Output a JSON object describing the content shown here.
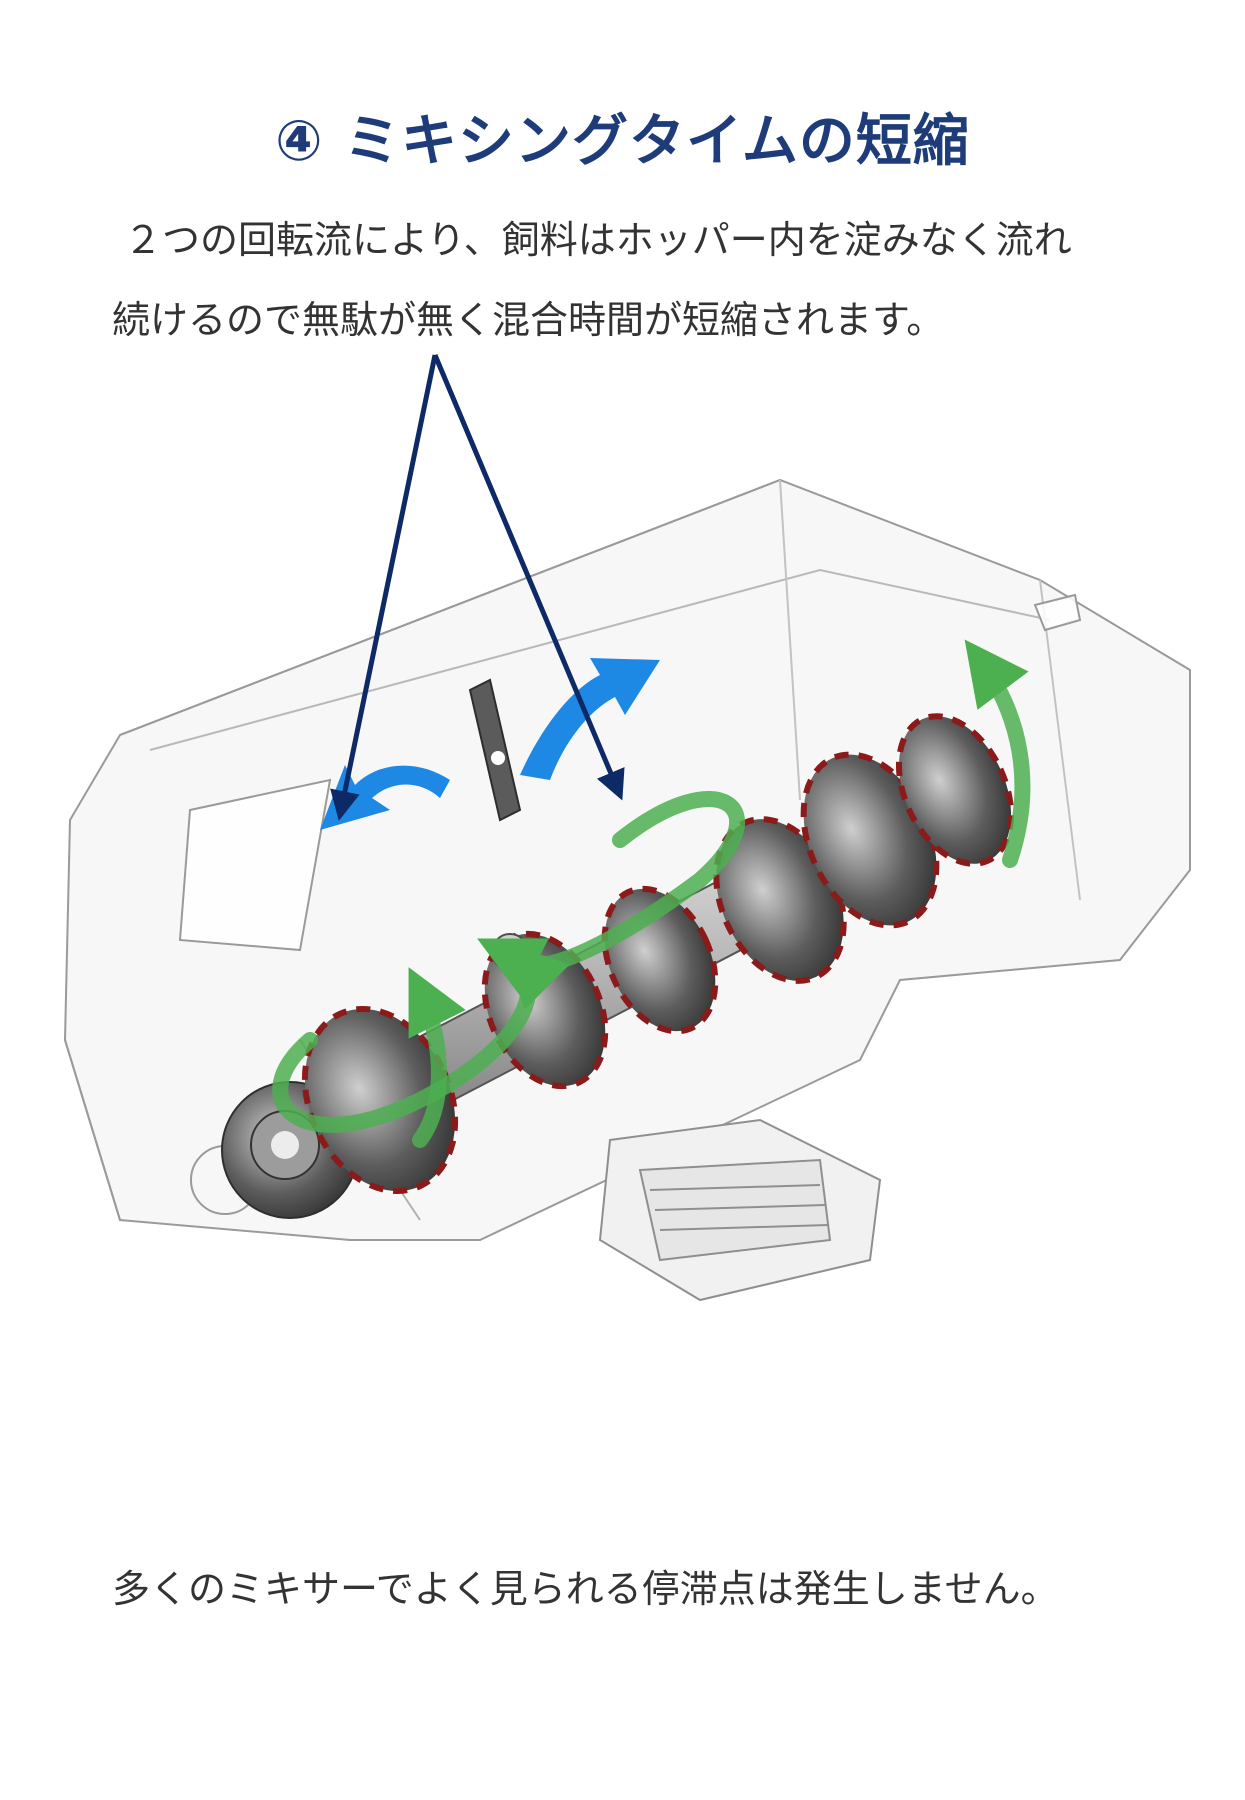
{
  "title": "④ ミキシングタイムの短縮",
  "intro": {
    "line1": "２つの回転流により、飼料はホッパー内を淀みなく流れ",
    "line2": "続けるので無駄が無く混合時間が短縮されます。"
  },
  "diagram": {
    "arrow_color": "#0d2a66",
    "blue_flow_color": "#1e88e5",
    "green_flow_color": "#4caf50",
    "paddle_edge_color": "#8b1a1a"
  },
  "footer": "多くのミキサーでよく見られる停滞点は発生しません。"
}
